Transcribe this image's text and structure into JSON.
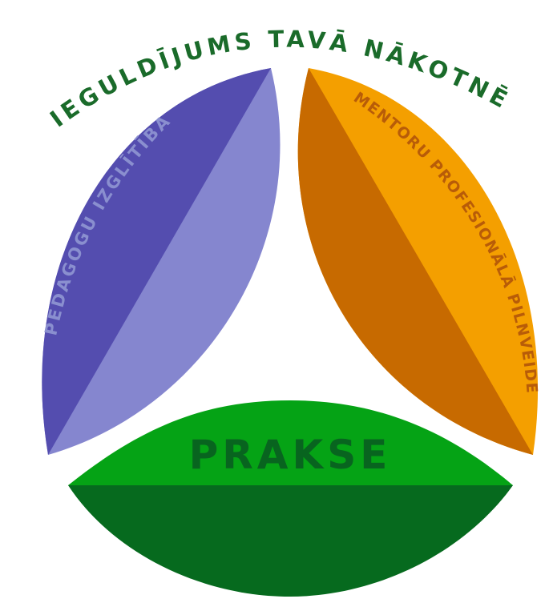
{
  "title": "IEGULDĪJUMS TAVĀ NĀKOTNĒ",
  "segments": {
    "left": {
      "label": "PEDAGOGU IZGLĪTĪBA"
    },
    "right": {
      "label": "MENTORU PROFESIONĀLĀ PILNVEIDE"
    },
    "bottom": {
      "label": "PRAKSE"
    }
  },
  "colors": {
    "title": "#1a6b2a",
    "left_dark": "#544daf",
    "left_light": "#8586cf",
    "left_text": "#8a8fcf",
    "right_dark": "#c76a00",
    "right_light": "#f49f00",
    "right_text": "#b85c08",
    "bottom_light": "#05a315",
    "bottom_dark": "#066a1e",
    "bottom_text": "#08641f"
  }
}
